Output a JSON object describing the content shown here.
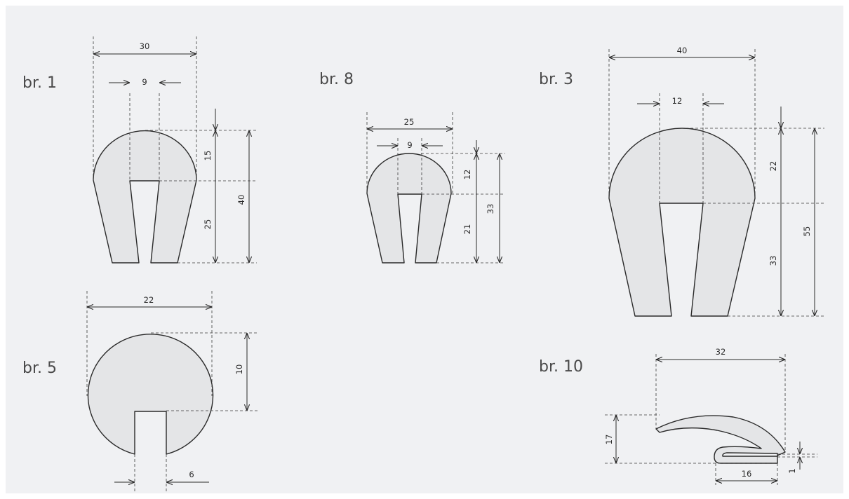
{
  "profiles": [
    {
      "id": "br1",
      "title": "br. 1",
      "dims": [
        "30",
        "9",
        "15",
        "40",
        "25"
      ]
    },
    {
      "id": "br8",
      "title": "br. 8",
      "dims": [
        "25",
        "9",
        "12",
        "33",
        "21"
      ]
    },
    {
      "id": "br3",
      "title": "br. 3",
      "dims": [
        "40",
        "12",
        "22",
        "55",
        "33"
      ]
    },
    {
      "id": "br5",
      "title": "br. 5",
      "dims": [
        "22",
        "10",
        "6"
      ]
    },
    {
      "id": "br10",
      "title": "br. 10",
      "dims": [
        "32",
        "17",
        "1",
        "16"
      ]
    }
  ],
  "colors": {
    "background": "#f0f1f3",
    "shape_fill": "#e4e5e7",
    "line": "#2a2a2a"
  }
}
